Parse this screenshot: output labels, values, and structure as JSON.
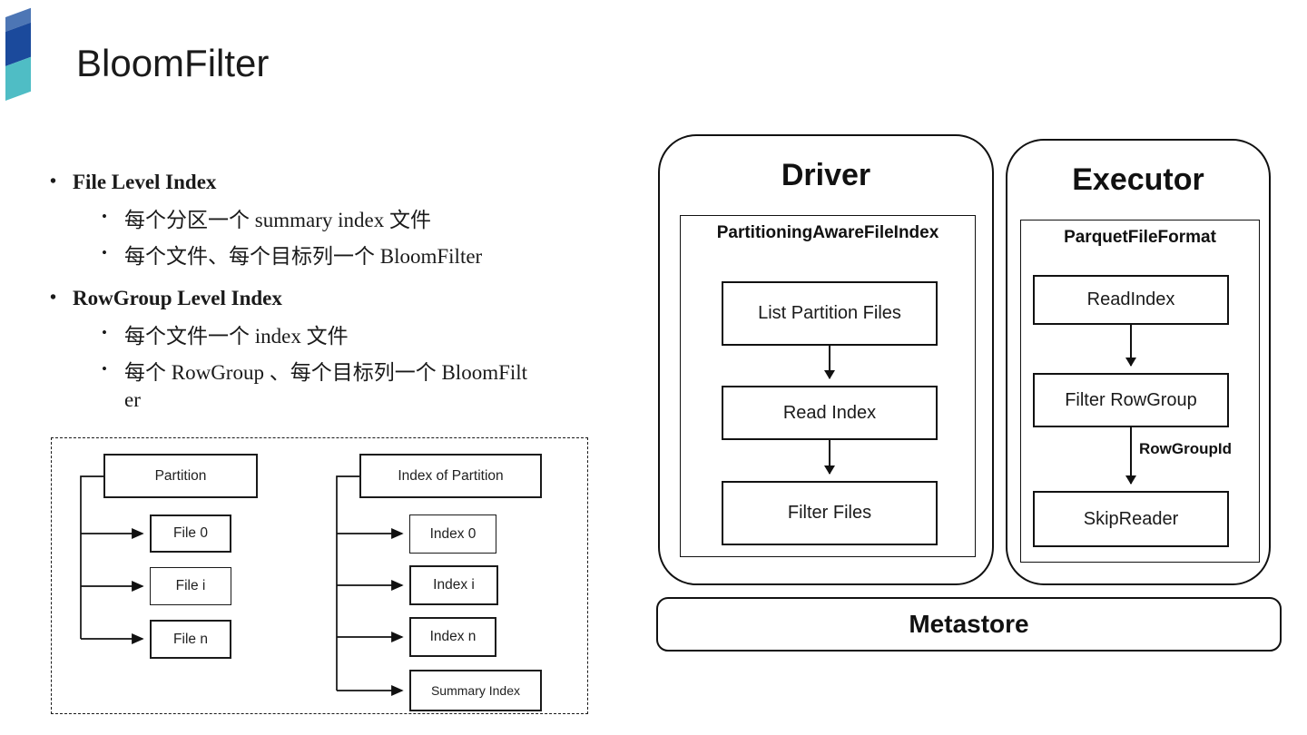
{
  "slide": {
    "title": "BloomFilter"
  },
  "logo": {
    "colors": {
      "top": "#4d76b5",
      "middle": "#1b4a9c",
      "bottom": "#4fbdc5"
    }
  },
  "bullets": [
    {
      "label": "File Level Index",
      "items": [
        "每个分区一个 summary index  文件",
        "每个文件、每个目标列一个   BloomFilter"
      ]
    },
    {
      "label": "RowGroup Level Index",
      "items": [
        "每个文件一个   index  文件",
        "每个 RowGroup 、每个目标列一个   BloomFilt\ner"
      ]
    }
  ],
  "file_index_diagram": {
    "partition_tree": {
      "root": "Partition",
      "children": [
        "File 0",
        "File i",
        "File n"
      ]
    },
    "index_tree": {
      "root": "Index of Partition",
      "children": [
        "Index 0",
        "Index i",
        "Index n",
        "Summary Index"
      ]
    }
  },
  "driver_panel": {
    "title": "Driver",
    "component": "PartitioningAwareFileIndex",
    "steps": [
      "List Partition Files",
      "Read Index",
      "Filter Files"
    ]
  },
  "executor_panel": {
    "title": "Executor",
    "component": "ParquetFileFormat",
    "steps": [
      "ReadIndex",
      "Filter RowGroup",
      "SkipReader"
    ],
    "edge_label": "RowGroupId"
  },
  "metastore": {
    "label": "Metastore"
  }
}
